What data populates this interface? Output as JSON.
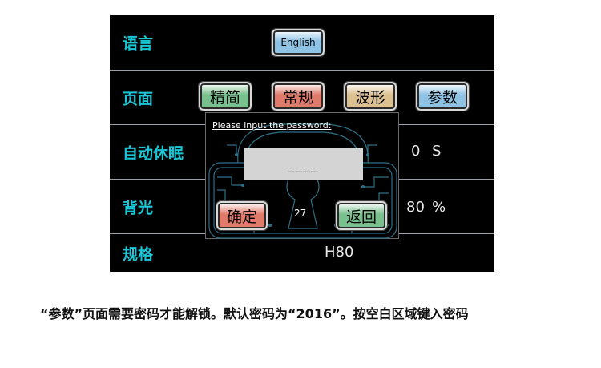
{
  "screen": {
    "language": {
      "label": "语言",
      "button": "English",
      "button_color": "#8fc3e6"
    },
    "page": {
      "label": "页面",
      "buttons": [
        {
          "label": "精简",
          "color": "#78c08d"
        },
        {
          "label": "常规",
          "color": "#e07a6a"
        },
        {
          "label": "波形",
          "color": "#dcc08f"
        },
        {
          "label": "参数",
          "color": "#8fc3e6"
        }
      ]
    },
    "auto_sleep": {
      "label": "自动休眠",
      "value": "0",
      "unit": "S"
    },
    "backlight": {
      "label": "背光",
      "value": "80",
      "unit": "%"
    },
    "spec": {
      "label": "规格",
      "value": "H80"
    }
  },
  "dialog": {
    "prompt": "Please input the password:",
    "field_value": "____",
    "counter": "27",
    "confirm_label": "确定",
    "confirm_color": "#e07a6a",
    "back_label": "返回",
    "back_color": "#78c08d"
  },
  "caption": "“参数”页面需要密码才能解锁。默认密码为“2016”。按空白区域键入密码"
}
